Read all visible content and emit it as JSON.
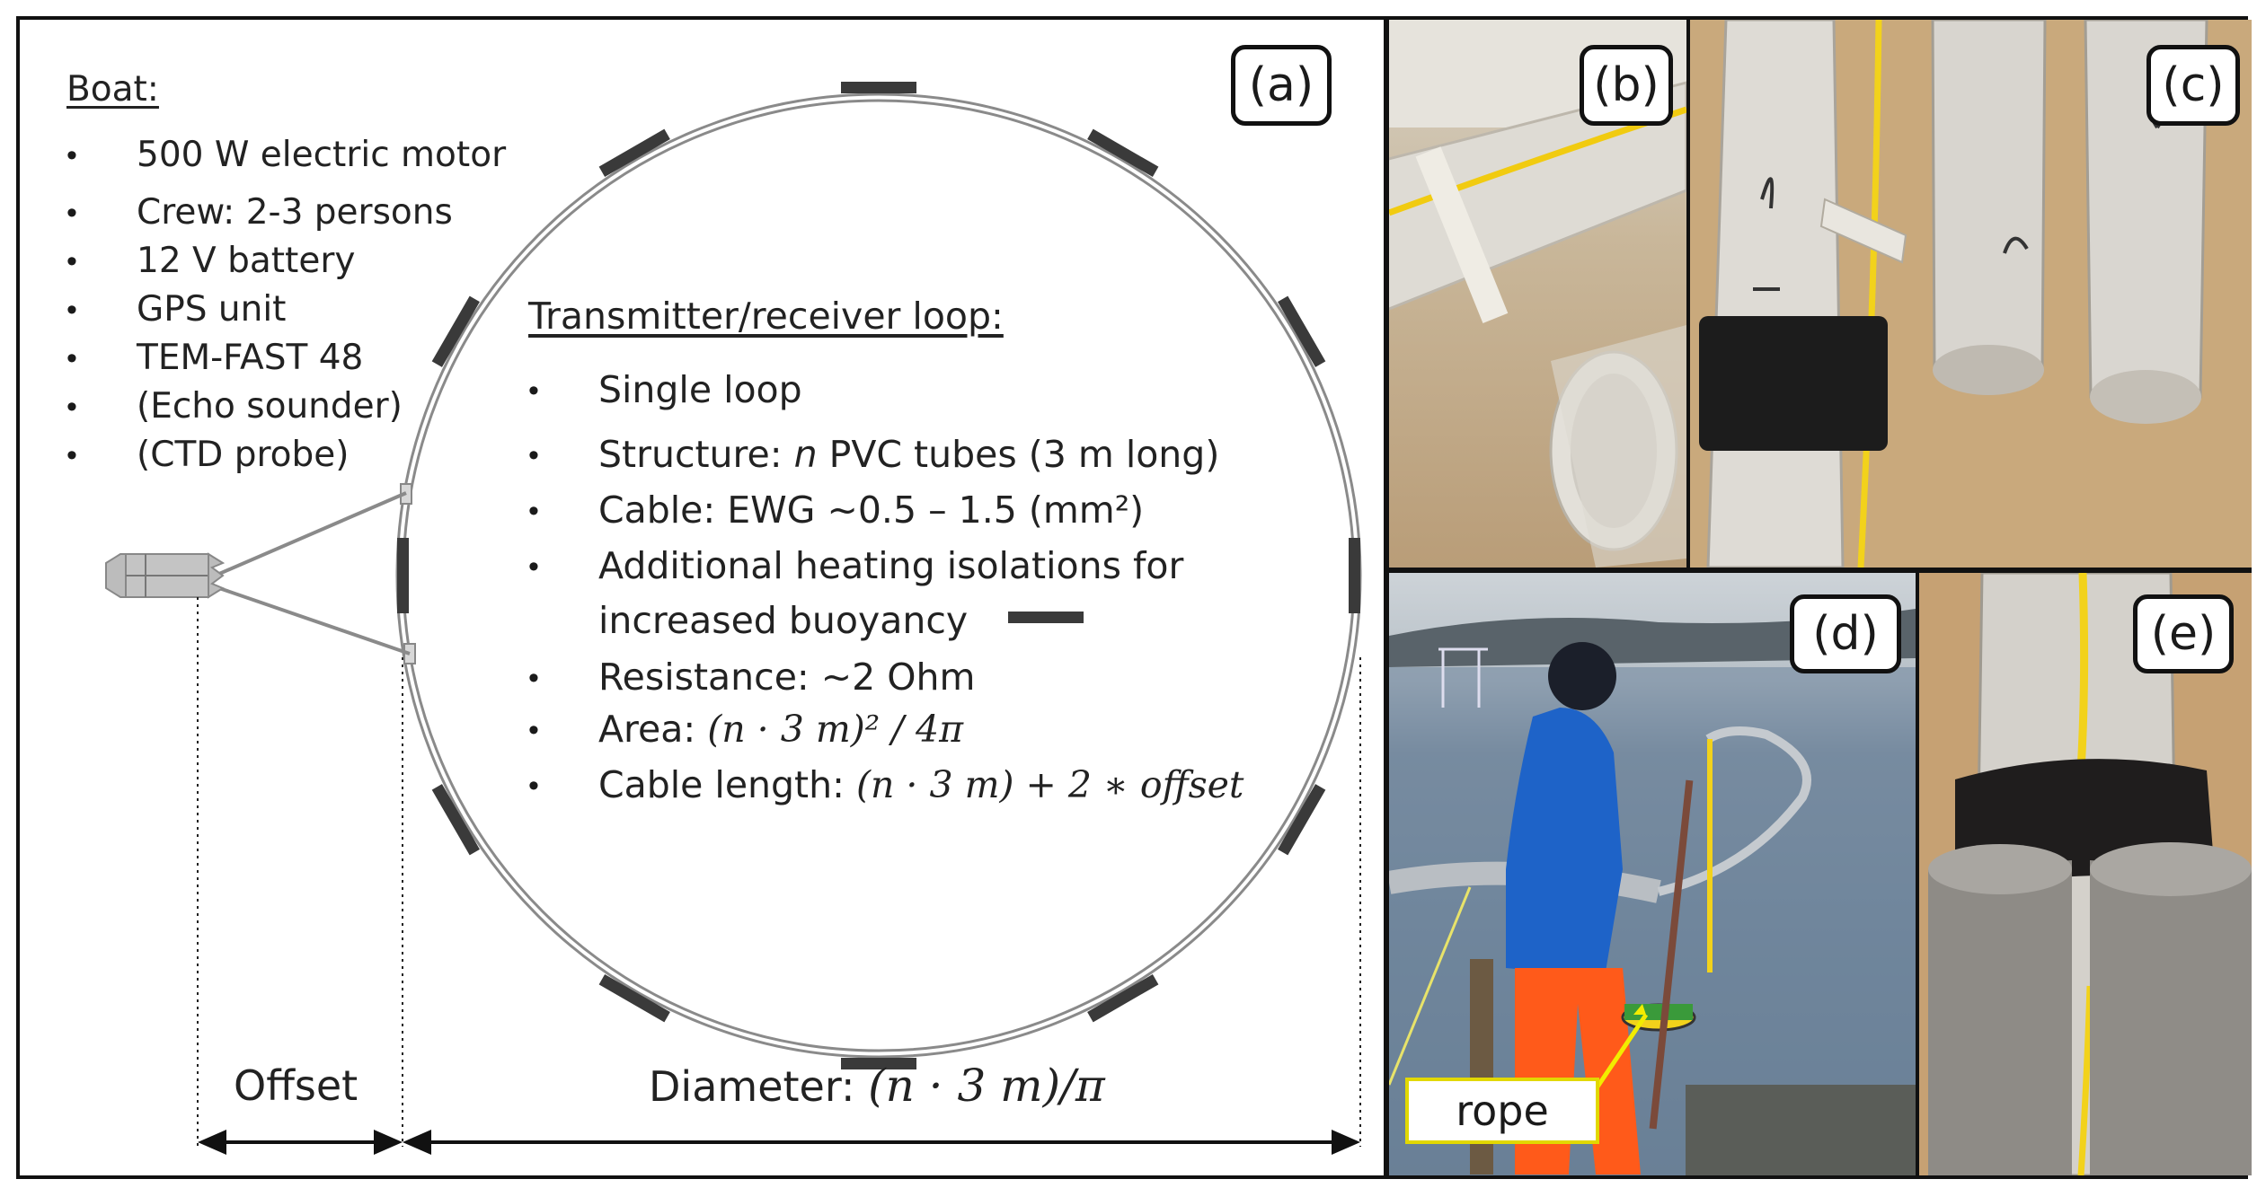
{
  "labels": {
    "a": "(a)",
    "b": "(b)",
    "c": "(c)",
    "d": "(d)",
    "e": "(e)"
  },
  "boat": {
    "title": "Boat:",
    "items": [
      "500 W electric motor",
      "Crew: 2-3 persons",
      "12 V battery",
      "GPS unit",
      "TEM-FAST 48",
      "(Echo sounder)",
      "(CTD probe)"
    ]
  },
  "loop": {
    "title": "Transmitter/receiver loop:",
    "items": {
      "single": "Single loop",
      "structure_pre": "Structure: ",
      "structure_n": "n",
      "structure_post": " PVC tubes (3 m long)",
      "cable": "Cable: EWG ~0.5 – 1.5 (mm²)",
      "additional_1": "Additional heating isolations for",
      "additional_2": "increased buoyancy",
      "resistance": "Resistance: ~2 Ohm",
      "area_label": "Area: ",
      "area_formula": "(n · 3 m)² / 4π",
      "cable_length_label": "Cable length: ",
      "cable_length_formula": "(n · 3 m) + 2 ∗ offset"
    }
  },
  "dimensions": {
    "offset": "Offset",
    "diameter_label": "Diameter: ",
    "diameter_formula": "(n · 3 m)/π"
  },
  "photo_d_rope": "rope",
  "colors": {
    "loop_stroke": "#8a8a8a",
    "float": "#3a3a3a",
    "cable_yellow": "#f2d21b",
    "jacket_blue": "#1e63c8",
    "pants_orange": "#ff5a1a"
  }
}
